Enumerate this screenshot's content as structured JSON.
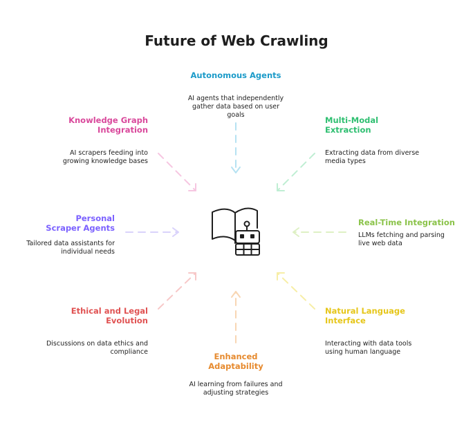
{
  "title": "Future of Web Crawling",
  "nodes": [
    {
      "key": "autonomous",
      "label": "Autonomous Agents",
      "description": "AI agents that independently gather data based on user goals",
      "color": "#1c9bc9"
    },
    {
      "key": "multimodal",
      "label": "Multi-Modal Extraction",
      "description": "Extracting data from diverse media types",
      "color": "#2fbf71"
    },
    {
      "key": "realtime",
      "label": "Real-Time Integration",
      "description": "LLMs fetching and parsing live web data",
      "color": "#8bc34a"
    },
    {
      "key": "natural",
      "label": "Natural Language Interface",
      "description": "Interacting with data tools using human language",
      "color": "#e6c619"
    },
    {
      "key": "adaptability",
      "label": "Enhanced Adaptability",
      "description": "AI learning from failures and adjusting strategies",
      "color": "#e68a2e"
    },
    {
      "key": "ethical",
      "label": "Ethical and Legal Evolution",
      "description": "Discussions on data ethics and compliance",
      "color": "#e05252"
    },
    {
      "key": "personal",
      "label": "Personal Scraper Agents",
      "description": "Tailored data assistants for individual needs",
      "color": "#7b61ff"
    },
    {
      "key": "knowledge",
      "label": "Knowledge Graph Integration",
      "description": "AI scrapers feeding into growing knowledge bases",
      "color": "#d9489b"
    }
  ],
  "center_icon": "book-robot-icon"
}
